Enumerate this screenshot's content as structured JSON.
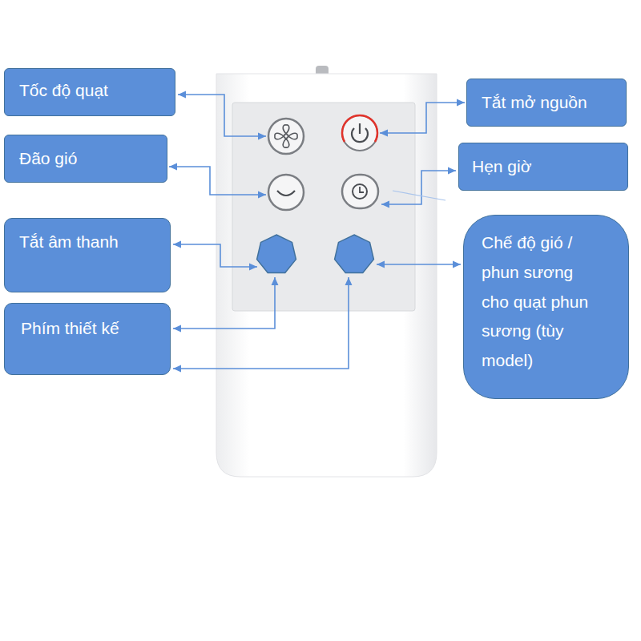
{
  "diagram": {
    "nodes": [
      {
        "text": [
          "Tốc độ quạt"
        ]
      },
      {
        "text": [
          "Tắt mở nguồn"
        ]
      },
      {
        "text": [
          "Đão gió"
        ]
      },
      {
        "text": [
          "Hẹn giờ"
        ]
      },
      {
        "text": [
          "Tắt âm thanh"
        ]
      },
      {
        "text": [
          "Chế độ gió / phun sương cho quạt phun sương (tùy model)"
        ]
      },
      {
        "text": [
          "Phím thiết kế"
        ]
      }
    ]
  }
}
